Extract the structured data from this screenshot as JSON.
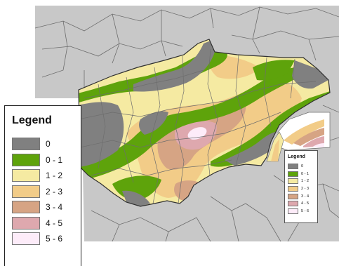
{
  "map": {
    "background_color": "#c8c8c8",
    "county_line_color": "#6d6d6d",
    "state_line_color": "#303030"
  },
  "legend_large": {
    "title": "Legend",
    "items": [
      {
        "label": "0",
        "color": "#808080"
      },
      {
        "label": "0 - 1",
        "color": "#5ea30b"
      },
      {
        "label": "1 - 2",
        "color": "#f5eaa2"
      },
      {
        "label": "2 - 3",
        "color": "#f2cc88"
      },
      {
        "label": "3 - 4",
        "color": "#d6a484"
      },
      {
        "label": "4 - 5",
        "color": "#dea8ae"
      },
      {
        "label": "5 - 6",
        "color": "#fdecf9"
      }
    ]
  },
  "legend_small": {
    "title": "Legend",
    "items": [
      {
        "label": "0",
        "color": "#808080"
      },
      {
        "label": "0 - 1",
        "color": "#5ea30b"
      },
      {
        "label": "1 - 2",
        "color": "#f5eaa2"
      },
      {
        "label": "2 - 3",
        "color": "#f2cc88"
      },
      {
        "label": "3 - 4",
        "color": "#d6a484"
      },
      {
        "label": "4 - 5",
        "color": "#dea8ae"
      },
      {
        "label": "5 - 6",
        "color": "#fdecf9"
      }
    ]
  }
}
